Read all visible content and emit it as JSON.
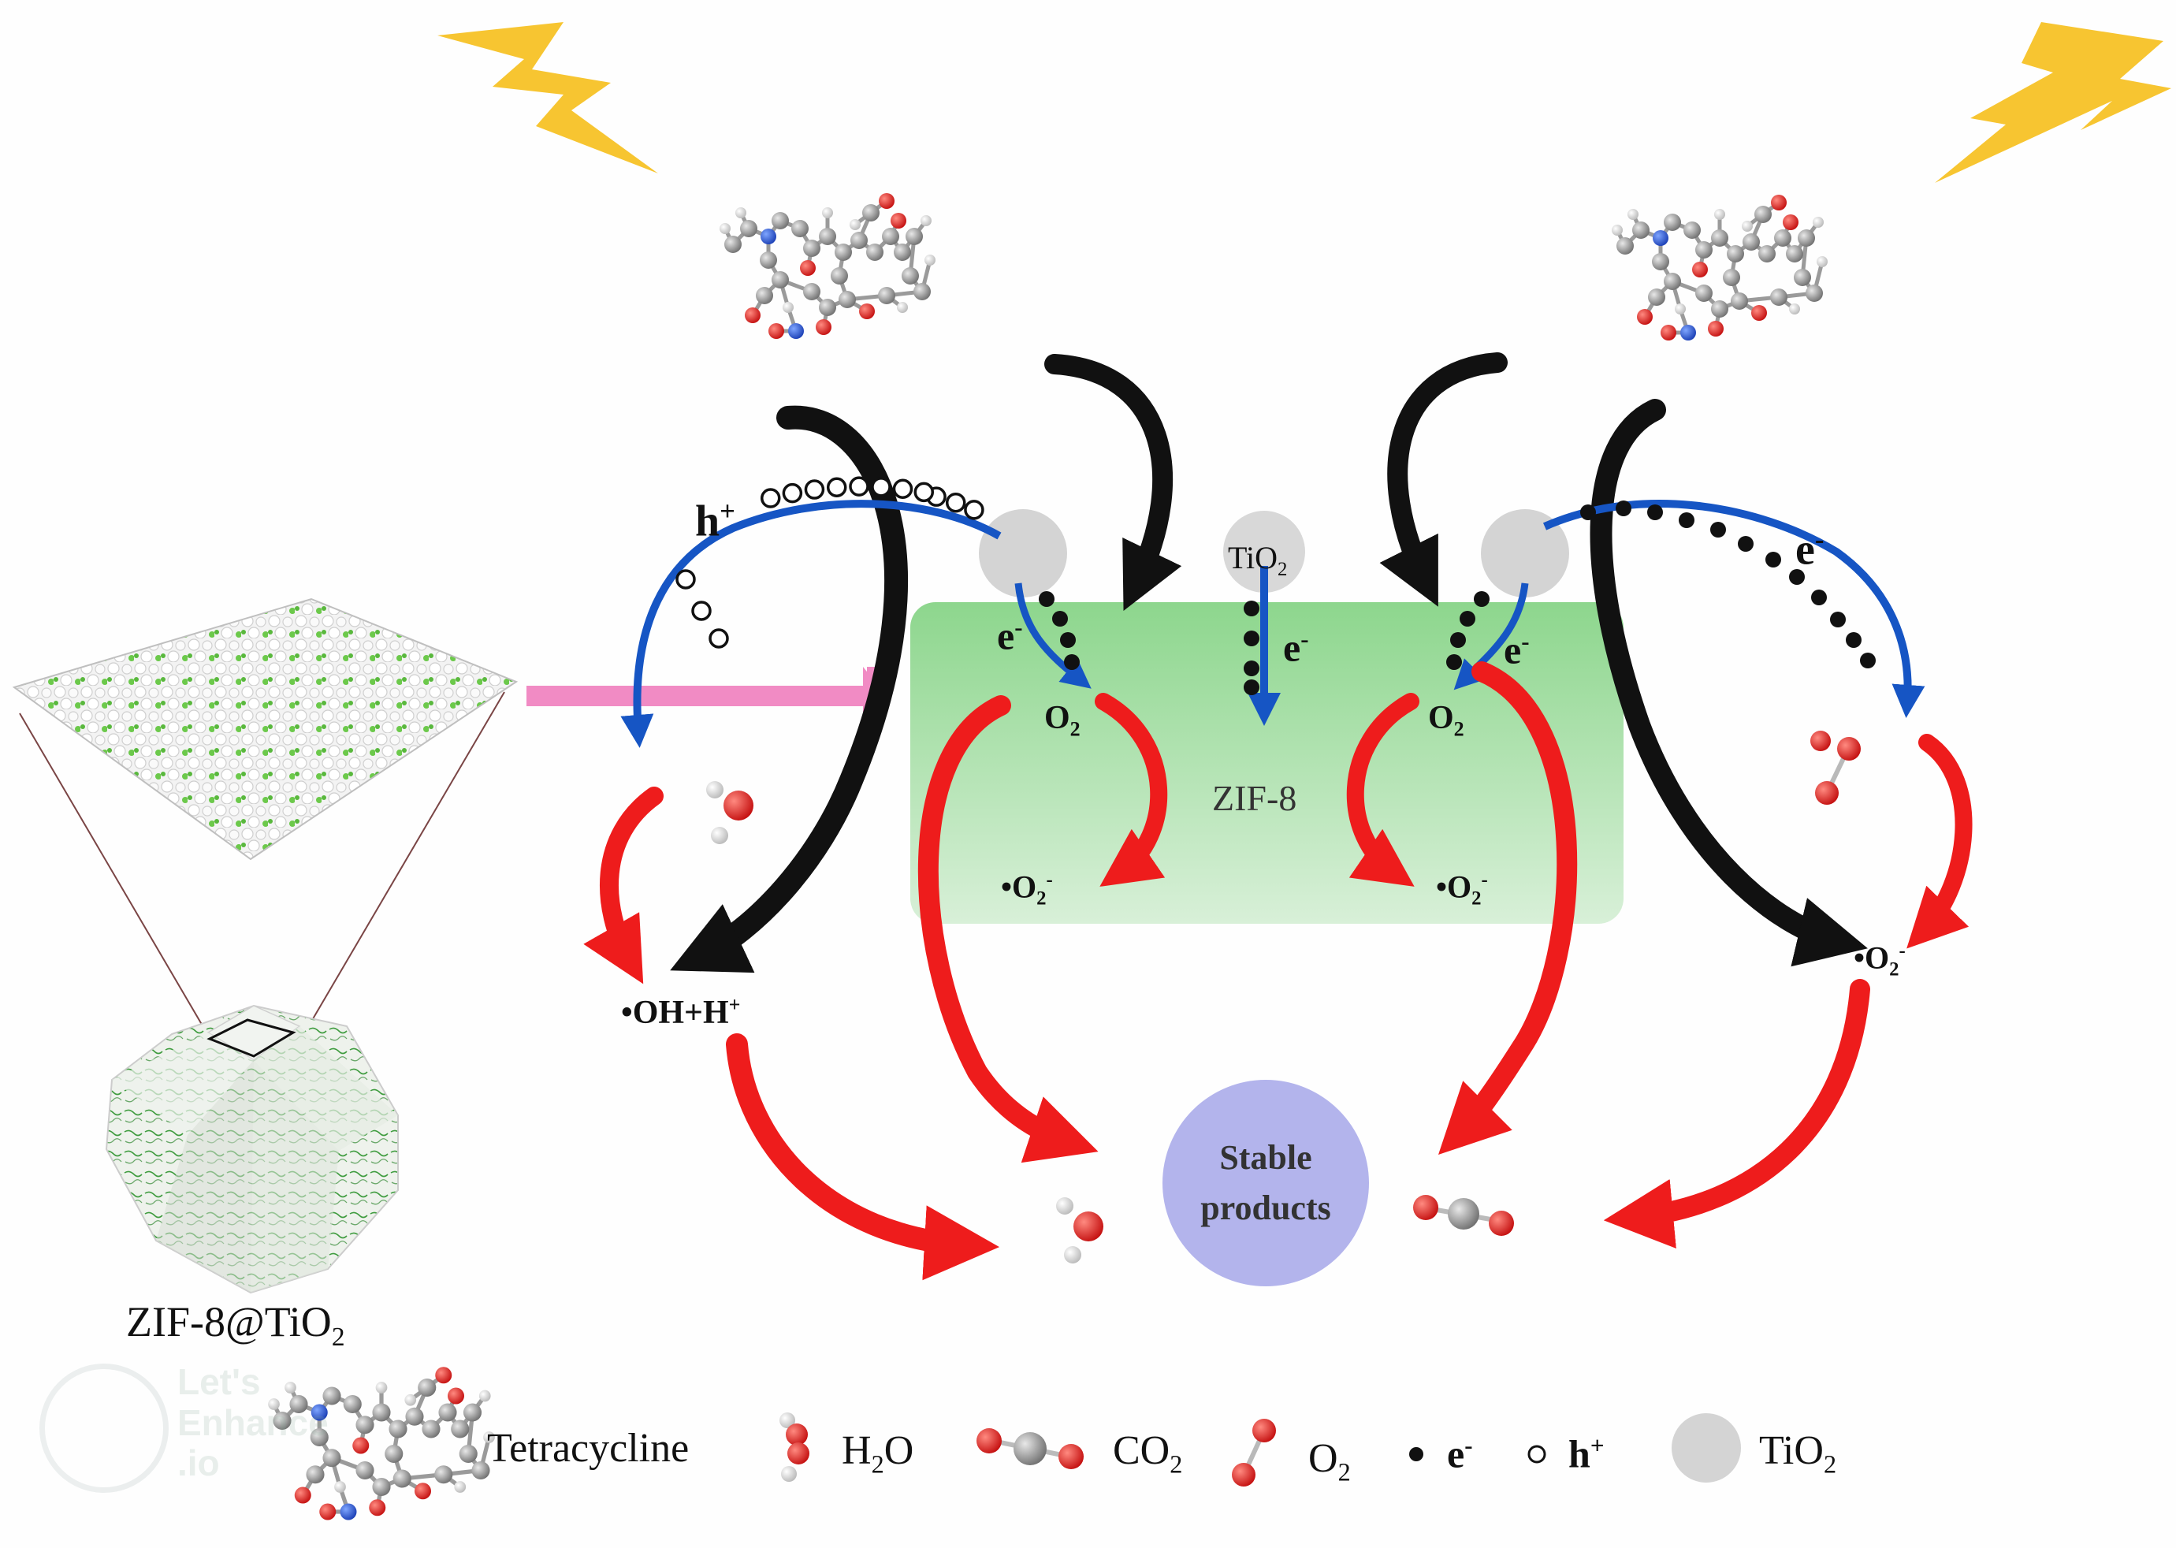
{
  "labels": {
    "h_plus": "h",
    "h_plus_sup": "+",
    "e_minus_top": "e",
    "e_minus_sup": "-",
    "e_left": "e",
    "e_left_sup": "-",
    "e_center": "e",
    "e_center_sup": "-",
    "e_right": "e",
    "e_right_sup": "-",
    "tio2_base": "TiO",
    "tio2_sub": "2",
    "zif8": "ZIF-8",
    "o2_left_base": "O",
    "o2_left_sub": "2",
    "o2_right_base": "O",
    "o2_right_sub": "2",
    "superoxide_left": "•O",
    "superoxide_mid": "•O",
    "superoxide_right": "•O",
    "superoxide_sub": "2",
    "superoxide_sup": "-",
    "oh_h": "•OH+H",
    "oh_h_sup": "+",
    "stable_1": "Stable",
    "stable_2": "products",
    "composite_base": "ZIF-8@TiO",
    "composite_sub": "2"
  },
  "legend": {
    "tetracycline": "Tetracycline",
    "h2o_a": "H",
    "h2o_sub": "2",
    "h2o_b": "O",
    "co2_a": "CO",
    "co2_sub": "2",
    "o2_a": "O",
    "o2_sub": "2",
    "e_a": "e",
    "e_sup": "-",
    "h_a": "h",
    "h_sup": "+",
    "tio2_a": "TiO",
    "tio2_sub": "2"
  },
  "watermark": "Let's\nEnhance\n.io",
  "colors": {
    "zif_box": "#8fd68f",
    "red_arrow": "#ee1c1c",
    "blue_arrow": "#1655c4",
    "black_arrow": "#111111",
    "pink_arrow": "#f18bc4",
    "lightning": "#f7c531",
    "stable_circle": "#b3b4ec",
    "tio2_particle": "#d4d4d4",
    "oxygen_atom": "#e0231f",
    "carbon_atom": "#8c8c8c",
    "hydrogen_atom": "#f4f4f4"
  },
  "icons": [
    "lightning-bolt-icon",
    "tetracycline-molecule-icon",
    "water-molecule-icon",
    "co2-molecule-icon",
    "o2-molecule-icon",
    "electron-icon",
    "hole-icon",
    "tio2-particle-icon"
  ]
}
